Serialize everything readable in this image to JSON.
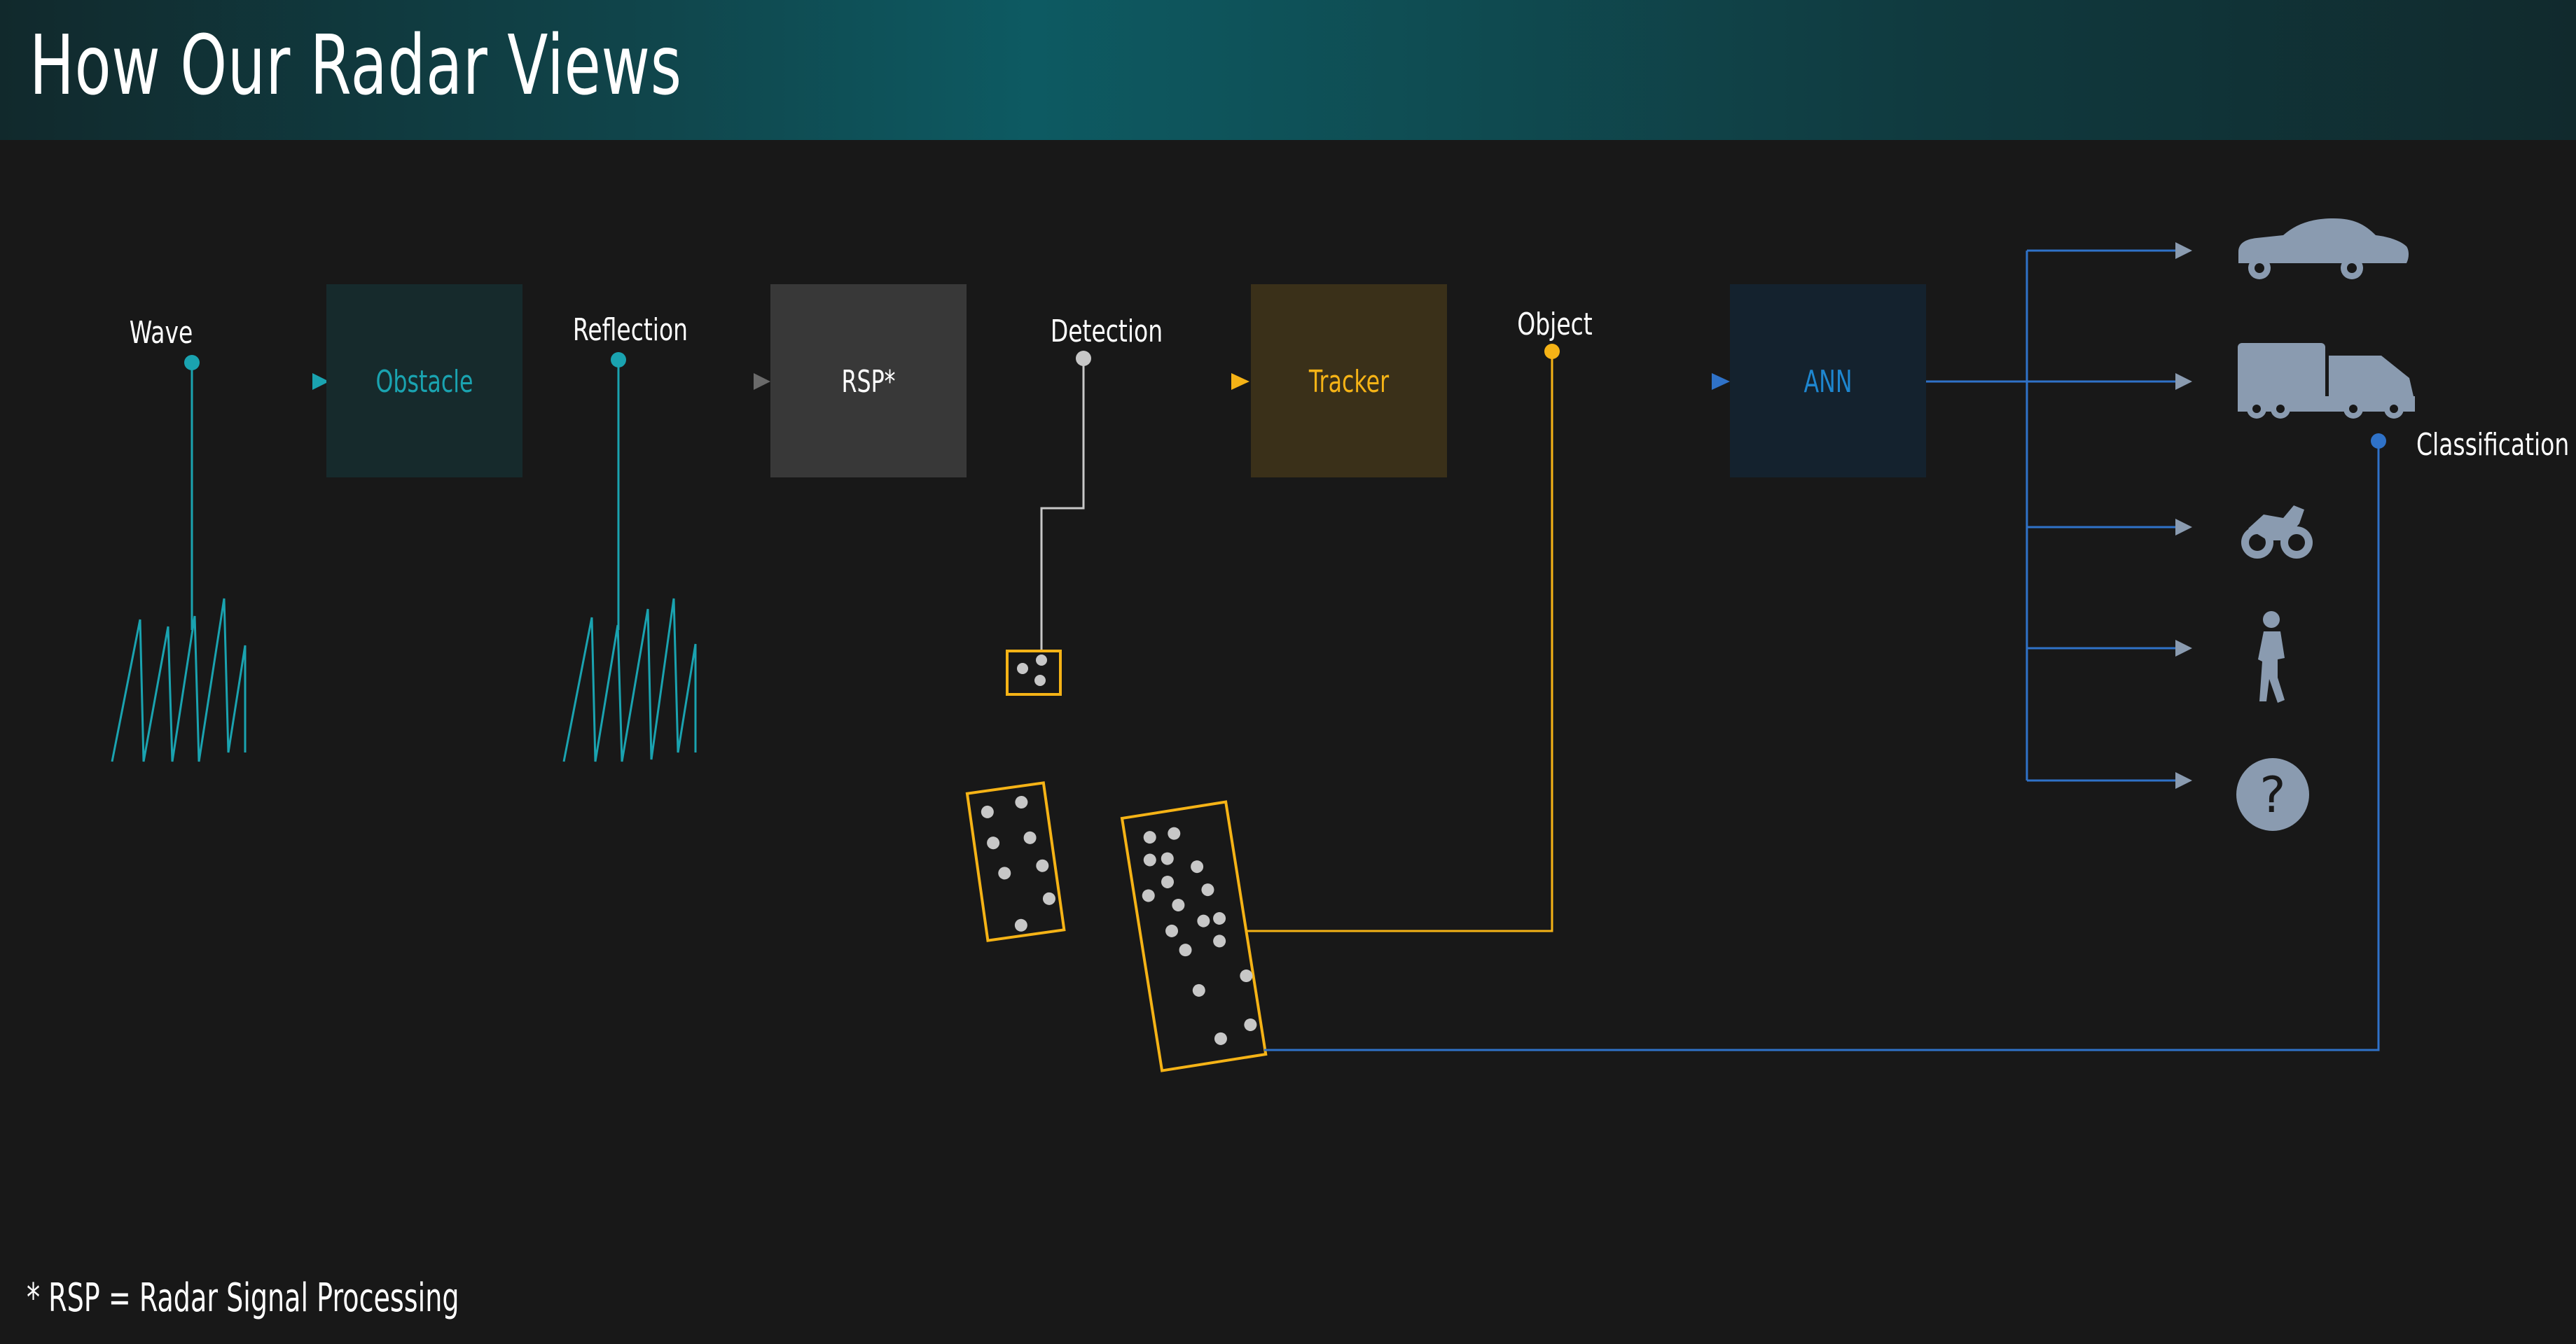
{
  "title": "How Our Radar Views",
  "footnote": "* RSP = Radar Signal Processing",
  "labels": {
    "wave": "Wave",
    "reflection": "Reflection",
    "detection": "Detection",
    "object": "Object",
    "classification": "Classification"
  },
  "blocks": {
    "obstacle": "Obstacle",
    "rsp": "RSP*",
    "tracker": "Tracker",
    "ann": "ANN"
  },
  "classes": [
    "car-icon",
    "truck-icon",
    "motorcycle-icon",
    "pedestrian-icon",
    "unknown-icon"
  ],
  "colors": {
    "teal": "#1aa3b0",
    "yellow": "#f5b316",
    "blue": "#2f72c8",
    "grey": "#c7c7c7",
    "icon": "#8a9bb0"
  }
}
